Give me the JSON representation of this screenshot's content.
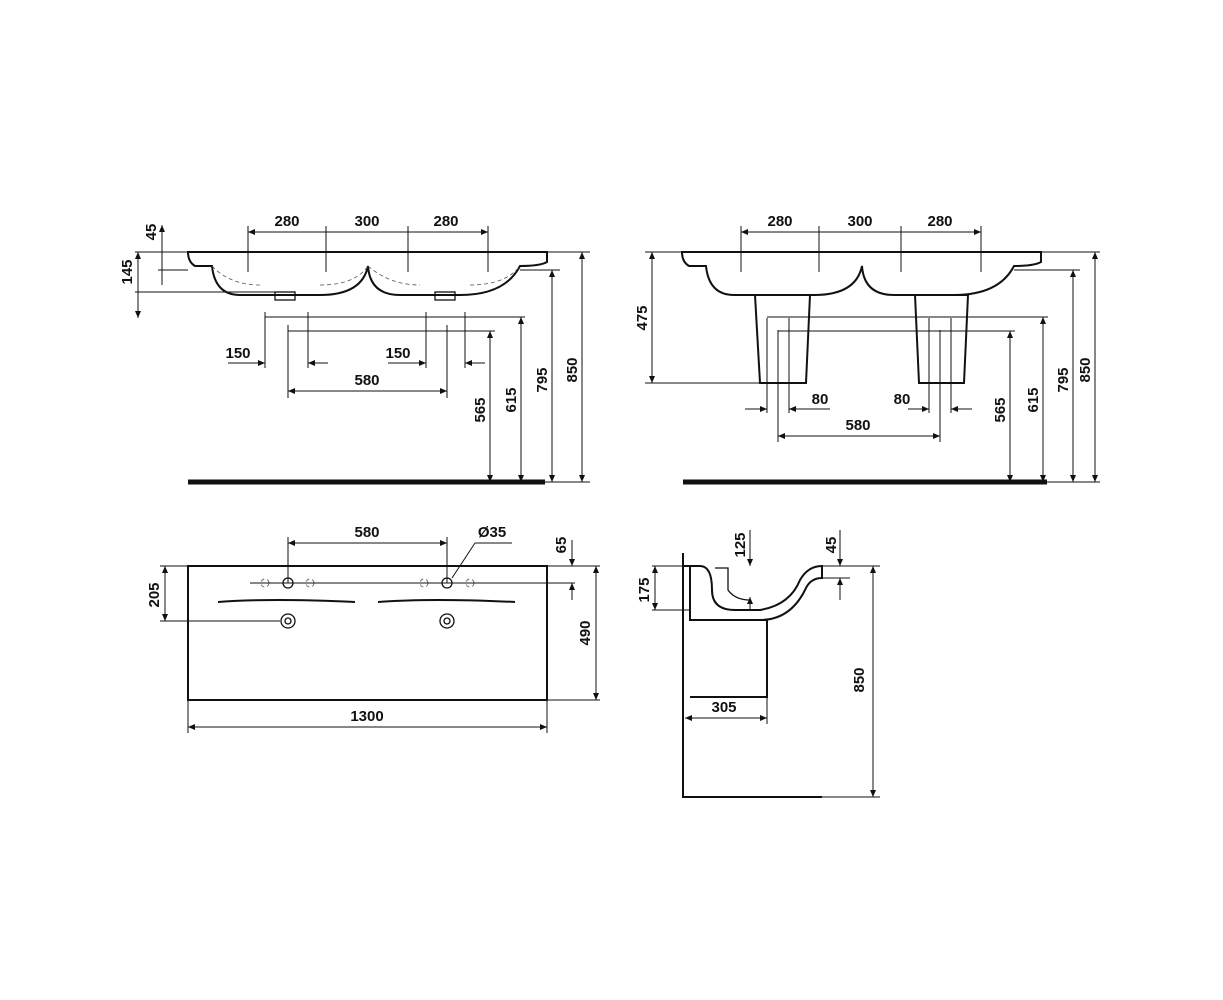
{
  "front_view": {
    "top_dims": [
      "280",
      "300",
      "280"
    ],
    "rim_thickness": "45",
    "basin_depth": "145",
    "tap_offset_left": "150",
    "tap_offset_right": "150",
    "waste_spacing": "580",
    "heights": [
      "565",
      "615",
      "795",
      "850"
    ]
  },
  "pedestal_view": {
    "top_dims": [
      "280",
      "300",
      "280"
    ],
    "pedestal_height": "475",
    "offset_left": "80",
    "offset_right": "80",
    "waste_spacing": "580",
    "heights": [
      "565",
      "615",
      "795",
      "850"
    ]
  },
  "plan_view": {
    "tap_spacing": "580",
    "hole_diameter": "Ø35",
    "tap_hole_offset": "65",
    "bowl_depth": "205",
    "overall_depth": "490",
    "overall_width": "1300"
  },
  "side_view": {
    "dim_125": "125",
    "dim_45": "45",
    "dim_175": "175",
    "dim_305": "305",
    "height": "850"
  }
}
